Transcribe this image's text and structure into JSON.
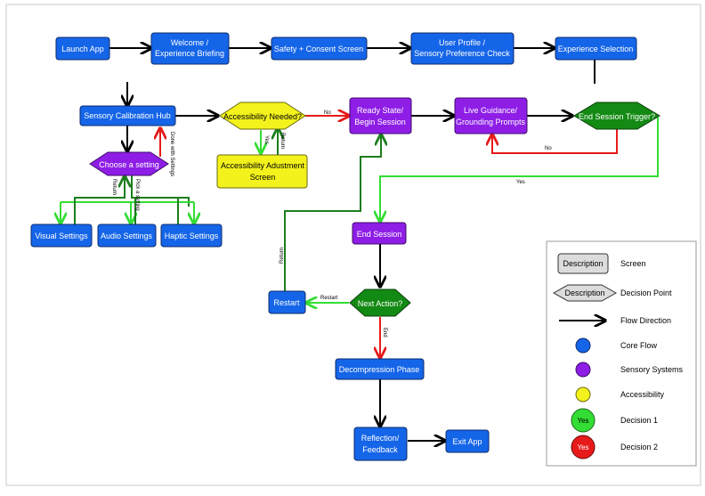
{
  "colors": {
    "core_flow": "#1565e8",
    "sensory": "#8e1ee6",
    "accessibility": "#f3f21c",
    "decision": "#138a13",
    "arrow_black": "#000000",
    "arrow_red": "#e61a1a",
    "arrow_green": "#33dd33",
    "arrow_darkgreen": "#1c7d1c"
  },
  "nodes": {
    "launch_app": "Launch App",
    "welcome_line1": "Welcome /",
    "welcome_line2": "Experience Briefing",
    "safety_consent": "Safety + Consent Screen",
    "user_profile_line1": "User Profile /",
    "user_profile_line2": "Sensory Preference Check",
    "experience_selection": "Experience Selection",
    "sensory_calibration_hub": "Sensory Calibration Hub",
    "accessibility_needed": "Accessibility Needed?",
    "ready_state_line1": "Ready State/",
    "ready_state_line2": "Begin Session",
    "live_guidance_line1": "Live Guidance/",
    "live_guidance_line2": "Grounding Prompts",
    "end_session_trigger": "End Session Trigger?",
    "choose_setting": "Choose a setting",
    "accessibility_adjustment_line1": "Accessibility Adustment",
    "accessibility_adjustment_line2": "Screen",
    "visual_settings": "Visual Settings",
    "audio_settings": "Audio Settings",
    "haptic_settings": "Haptic Settings",
    "end_session": "End Session",
    "restart": "Restart",
    "next_action": "Next Action?",
    "decompression_phase": "Decompression Phase",
    "reflection_line1": "Reflection/",
    "reflection_line2": "Feedback",
    "exit_app": "Exit App"
  },
  "edge_labels": {
    "no_accessibility": "No",
    "yes_accessibility": "Yes",
    "return_accessibility": "Return",
    "no_end_trigger": "No",
    "yes_end_trigger": "Yes",
    "return_choose": "Return",
    "pick_setting": "Pick a setting",
    "done_with_settings": "Done with Settings",
    "return_restart": "Return",
    "restart_edge": "Restart",
    "end_edge": "End"
  },
  "legend": {
    "screen_sample": "Description",
    "screen_label": "Screen",
    "decision_sample": "Description",
    "decision_label": "Decision Point",
    "flow_label": "Flow Direction",
    "core_label": "Core Flow",
    "sensory_label": "Sensory Systems",
    "accessibility_label": "Accessibility",
    "decision1_sample": "Yes",
    "decision1_label": "Decision 1",
    "decision2_sample": "Yes",
    "decision2_label": "Decision 2"
  }
}
